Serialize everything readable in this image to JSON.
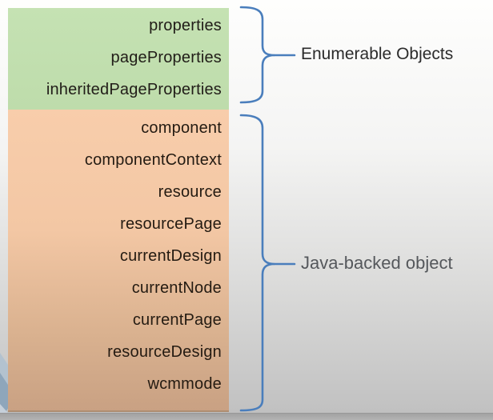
{
  "boxes": {
    "enumerable": {
      "items": [
        "properties",
        "pageProperties",
        "inheritedPageProperties"
      ],
      "fill": "#c0dfae",
      "text_color": "#211d18"
    },
    "java": {
      "items": [
        "component",
        "componentContext",
        "resource",
        "resourcePage",
        "currentDesign",
        "currentNode",
        "currentPage",
        "resourceDesign",
        "wcmmode"
      ],
      "fill_top": "#f8cdab",
      "fill_bottom": "#c9a183",
      "text_color": "#241b12"
    }
  },
  "labels": {
    "enumerable": {
      "text": "Enumerable Objects",
      "color": "#2b2b2b"
    },
    "java": {
      "text": "Java-backed object",
      "color": "#55585c"
    }
  },
  "brace_color": "#4a7ebc"
}
